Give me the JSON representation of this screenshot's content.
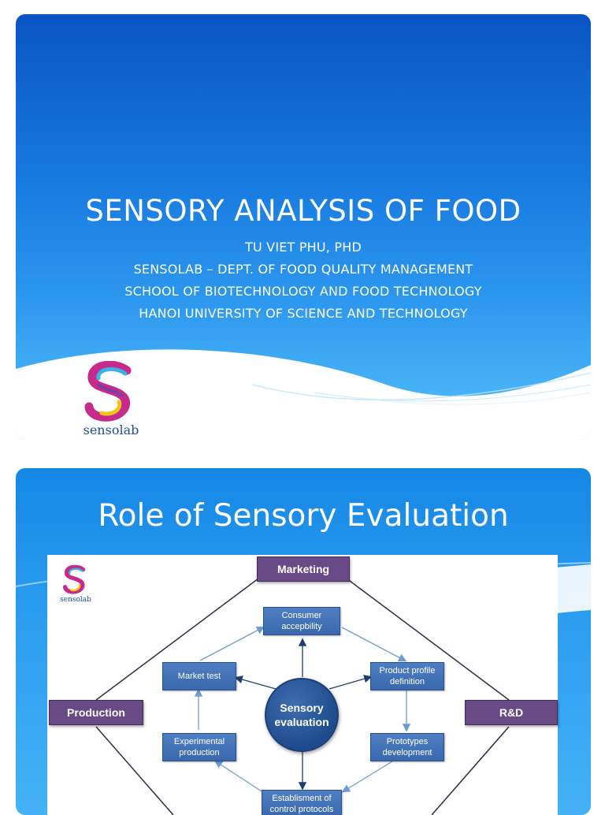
{
  "slide1": {
    "title": "SENSORY ANALYSIS OF FOOD",
    "subtitle_lines": [
      "TU VIET PHU, PHD",
      "SENSOLAB – DEPT. OF FOOD QUALITY MANAGEMENT",
      "SCHOOL OF BIOTECHNOLOGY AND FOOD TECHNOLOGY",
      "HANOI UNIVERSITY OF SCIENCE AND TECHNOLOGY"
    ],
    "logo_text": "sensolab"
  },
  "slide2": {
    "title": "Role of Sensory Evaluation",
    "logo_text": "sensolab",
    "diagram": {
      "corners": {
        "top": "Marketing",
        "left": "Production",
        "right": "R&D"
      },
      "center": "Sensory\nevaluation",
      "nodes": {
        "consumer": "Consumer\naccepbility",
        "profile": "Product profile\ndefinition",
        "prototypes": "Prototypes\ndevelopment",
        "establishment": "Establisment of\ncontrol protocols",
        "experimental": "Experimental\nproduction",
        "market": "Market test"
      }
    }
  },
  "colors": {
    "slide_blue_dark": "#0a54c4",
    "slide_blue_light": "#49b4f6",
    "corner_purple": "#6a4a86",
    "node_blue": "#3a67ad"
  }
}
